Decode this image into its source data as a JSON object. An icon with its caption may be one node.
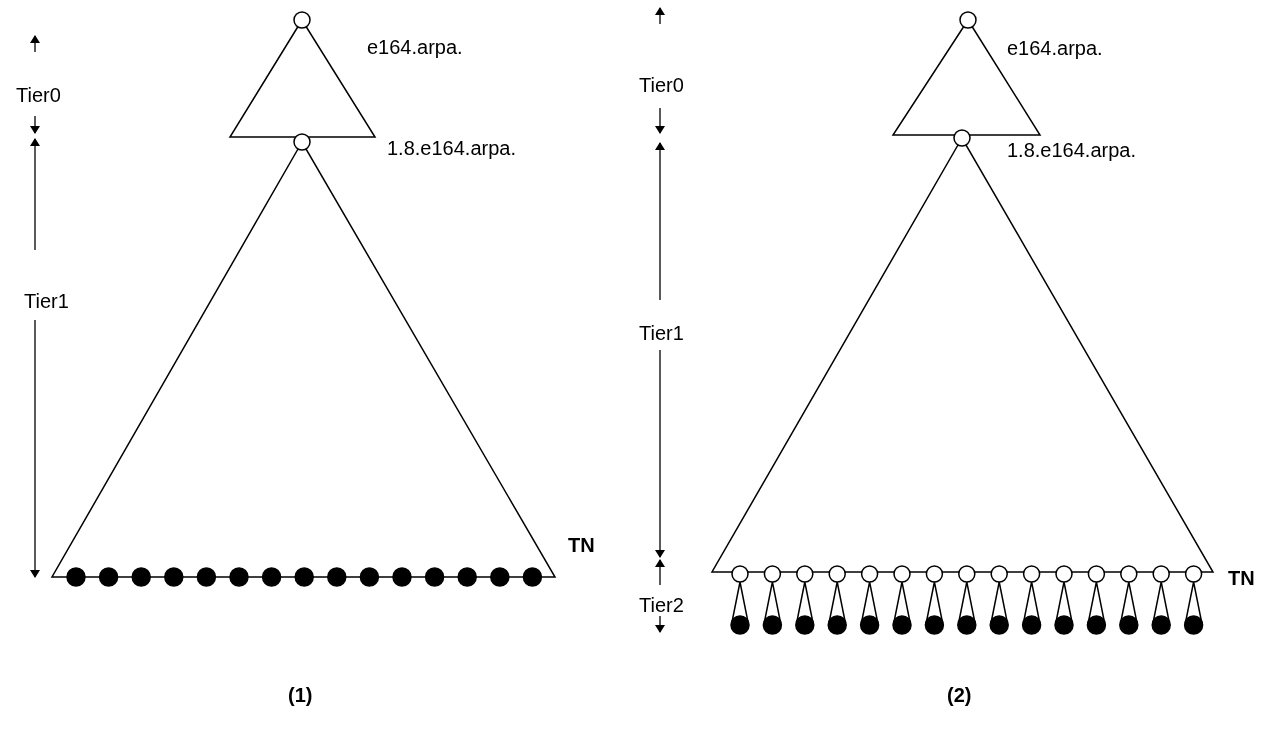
{
  "diagram": {
    "labels": [
      "e164.arpa.",
      "Tier0",
      "1.8.e164.arpa.",
      "Tier1",
      "TN",
      "(1)",
      "e164.arpa.",
      "Tier0",
      "1.8.e164.arpa.",
      "Tier1",
      "TN",
      "Tier2",
      "(2)"
    ]
  }
}
